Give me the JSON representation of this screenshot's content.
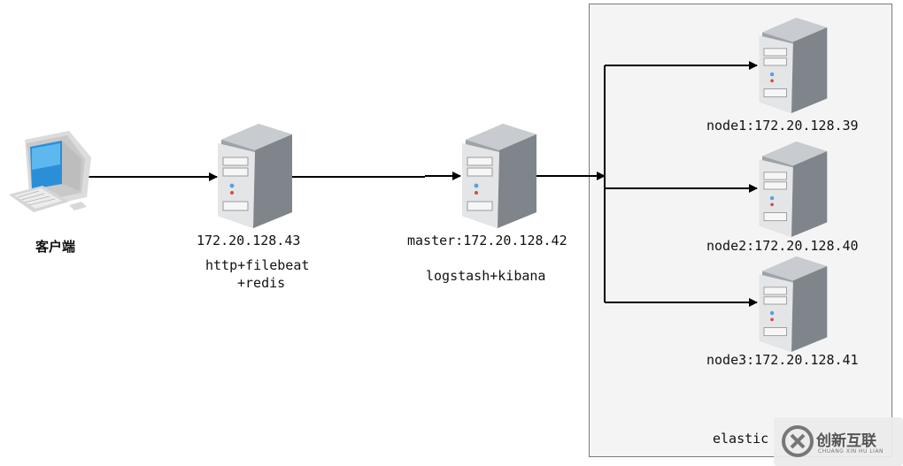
{
  "client": {
    "label": "客户端",
    "icon": "desktop-computer-icon"
  },
  "web_server": {
    "ip": "172.20.128.43",
    "services_line1": "http+filebeat",
    "services_line2": "+redis",
    "icon": "server-icon"
  },
  "master": {
    "ip": "master:172.20.128.42",
    "services": "logstash+kibana",
    "icon": "server-icon"
  },
  "cluster": {
    "label": "elastic",
    "nodes": [
      {
        "label": "node1:172.20.128.39",
        "icon": "server-icon"
      },
      {
        "label": "node2:172.20.128.40",
        "icon": "server-icon"
      },
      {
        "label": "node3:172.20.128.41",
        "icon": "server-icon"
      }
    ]
  },
  "watermark": {
    "text": "创新互联",
    "sub": "CHUANG XIN HU LIAN"
  }
}
